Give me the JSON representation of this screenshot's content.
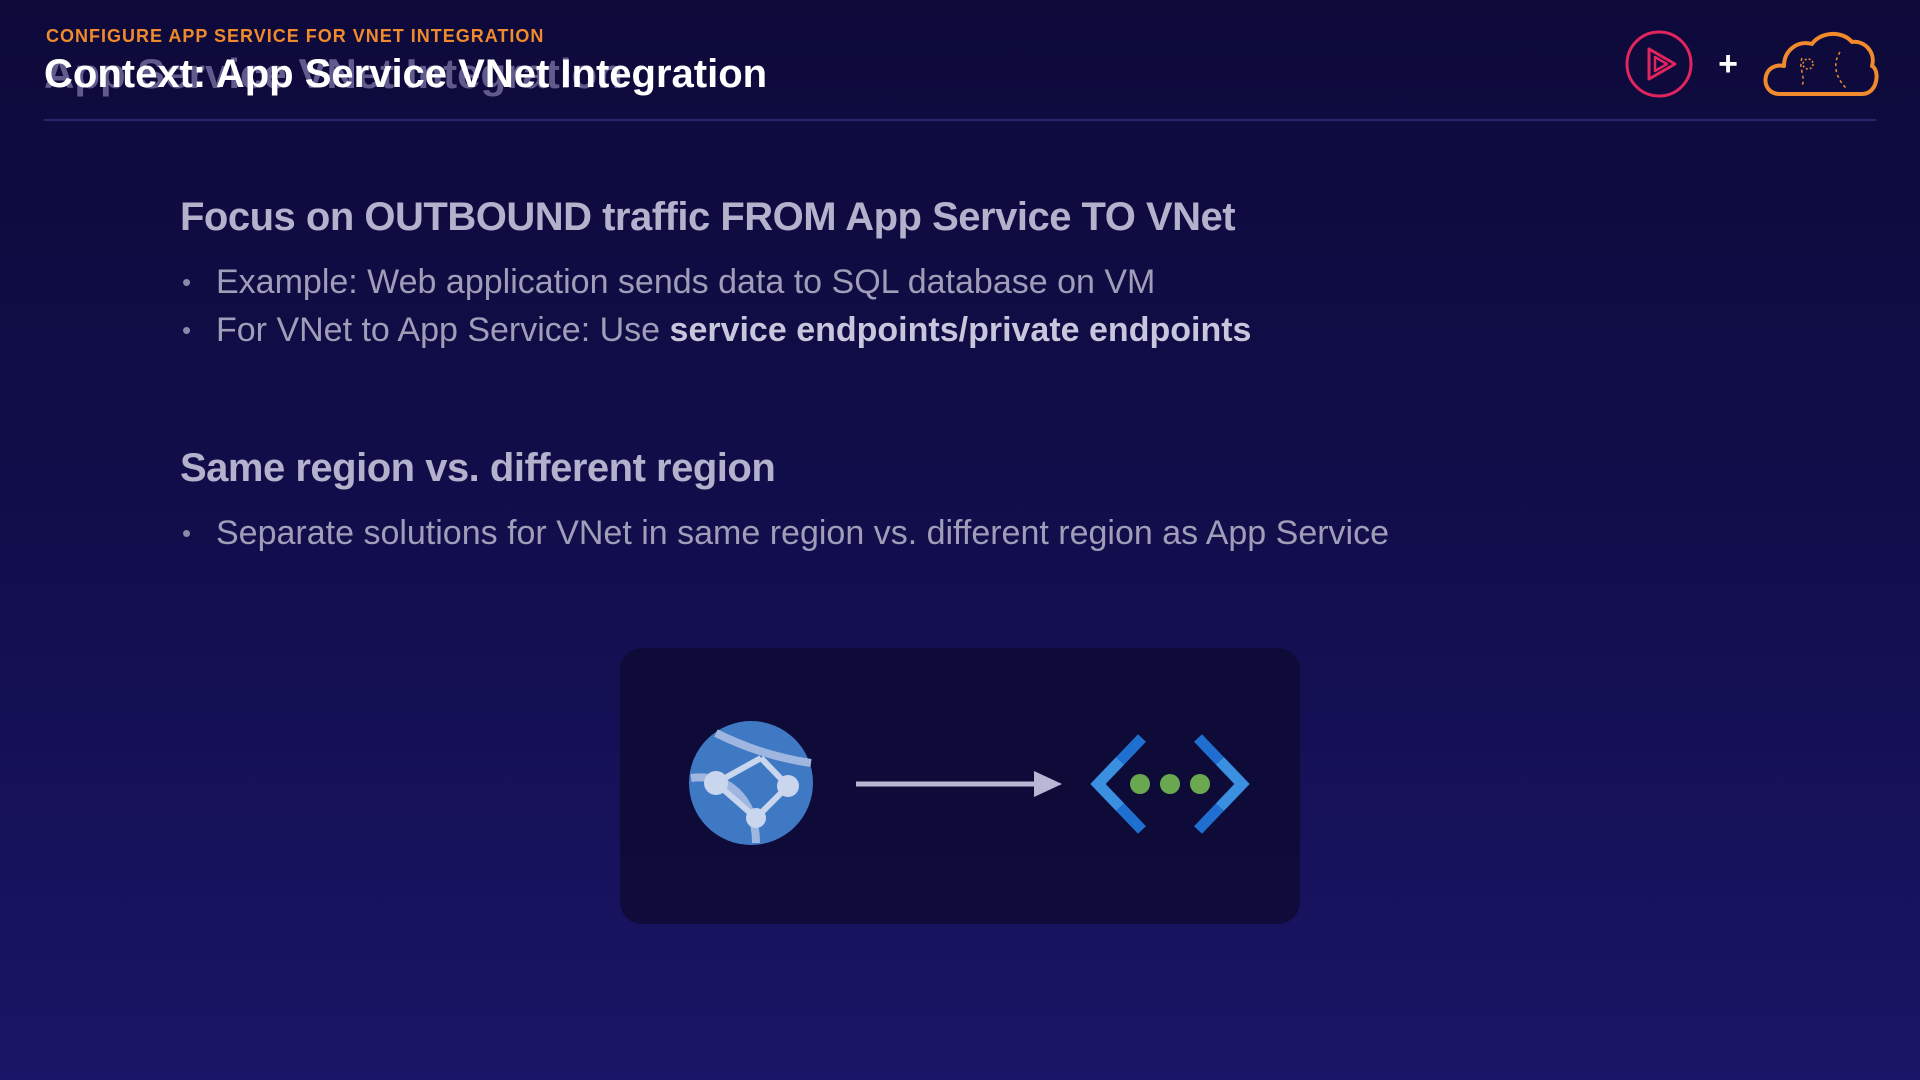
{
  "header": {
    "eyebrow": "CONFIGURE APP SERVICE FOR VNET INTEGRATION",
    "title": "Context: App Service VNet Integration",
    "title_ghost": "App Service VNet Integration"
  },
  "logos": {
    "plus": "+",
    "icons": [
      "pluralsight-play-logo",
      "cloud-logo"
    ],
    "colors": {
      "play": "#e0245e",
      "cloud": "#f08a2c"
    }
  },
  "section1": {
    "heading": "Focus on OUTBOUND traffic FROM App Service TO VNet",
    "bullet1": "Example: Web application sends data to SQL database on VM",
    "bullet2_prefix": "For VNet to App Service: Use ",
    "bullet2_bold": "service endpoints/private endpoints"
  },
  "section2": {
    "heading": "Same region vs. different region",
    "bullet1": "Separate solutions for VNet in same region vs. different region as App Service"
  },
  "diagram": {
    "icons": [
      "app-service-icon",
      "arrow-right-icon",
      "virtual-network-icon"
    ],
    "colors": {
      "app": "#3f79c4",
      "vnet_chevron": "#1e6fd0",
      "vnet_dots": "#6aa84f"
    }
  }
}
